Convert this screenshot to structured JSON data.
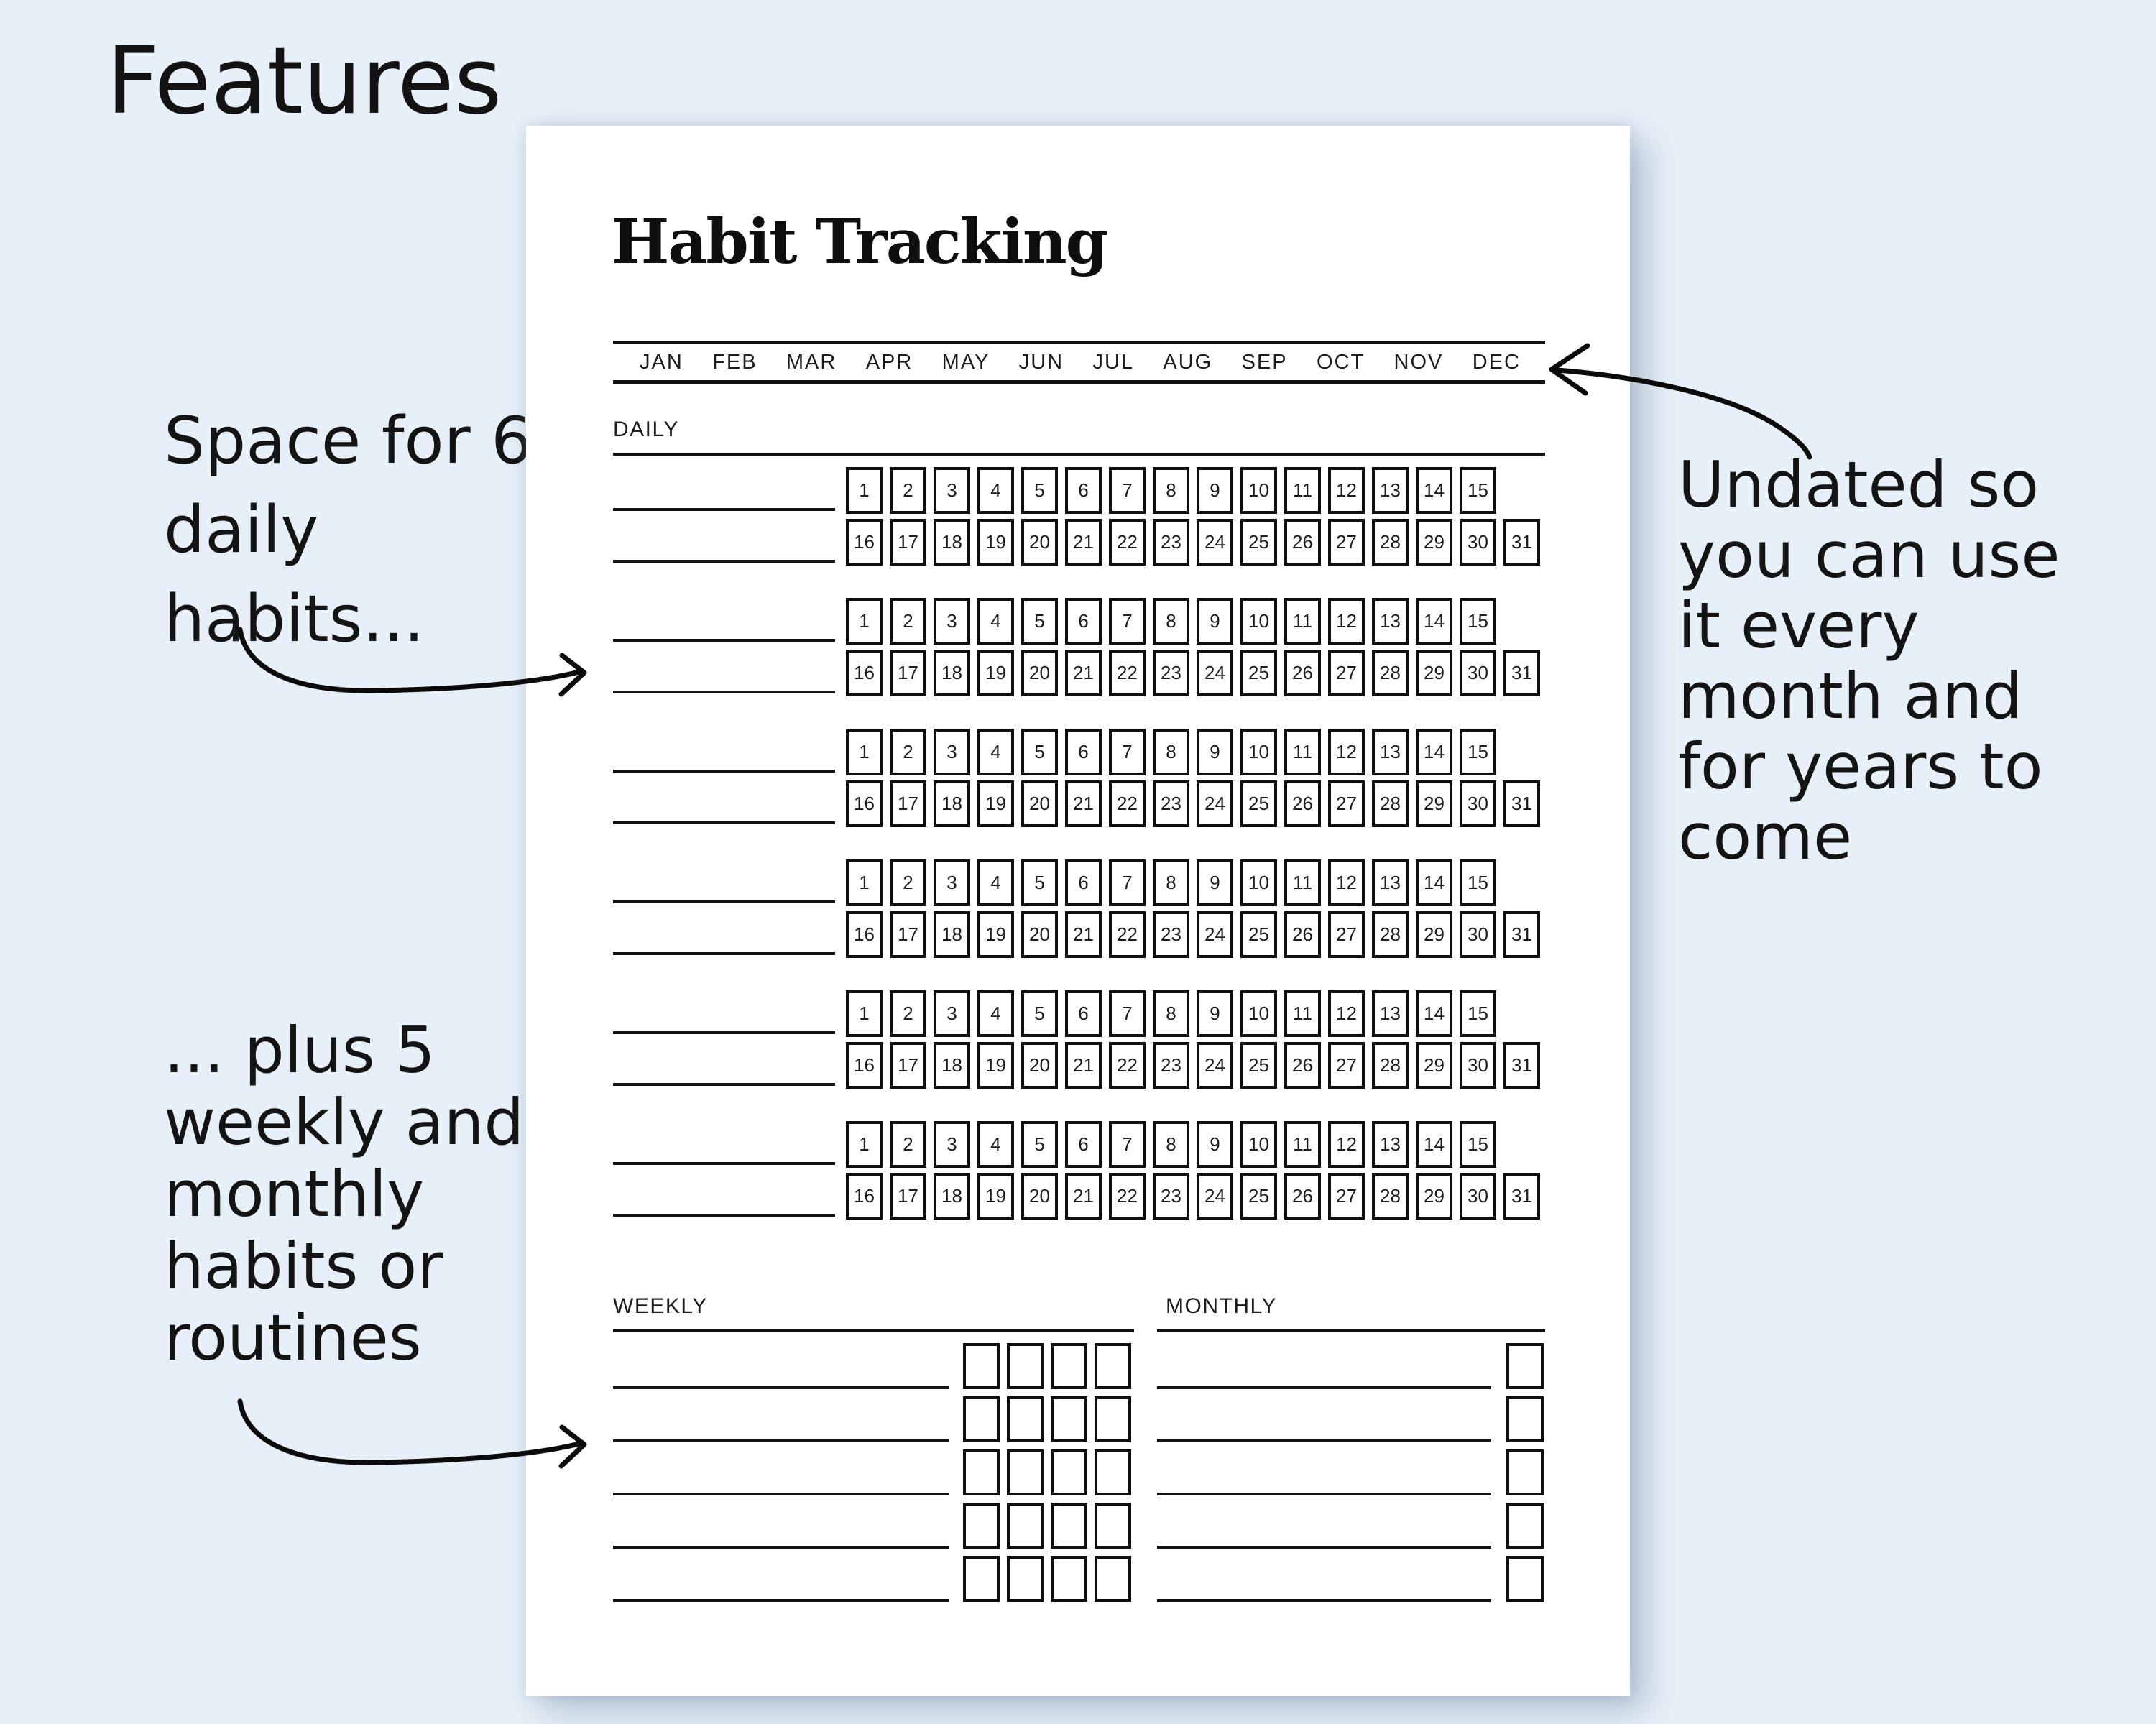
{
  "colors": {
    "background": "#e7f0f8",
    "page": "#ffffff",
    "ink": "#111111"
  },
  "heading": {
    "text": "Features"
  },
  "annotations": {
    "daily_note": "Space for 6\ndaily\nhabits...",
    "weekly_note": "... plus 5\nweekly and\nmonthly\nhabits or\nroutines",
    "undated_note": "Undated so\nyou can use\nit every\nmonth and\nfor years to\ncome"
  },
  "page": {
    "title": "Habit Tracking",
    "months": [
      "JAN",
      "FEB",
      "MAR",
      "APR",
      "MAY",
      "JUN",
      "JUL",
      "AUG",
      "SEP",
      "OCT",
      "NOV",
      "DEC"
    ],
    "daily": {
      "label": "DAILY",
      "habit_count": 6,
      "days_row1": [
        1,
        2,
        3,
        4,
        5,
        6,
        7,
        8,
        9,
        10,
        11,
        12,
        13,
        14,
        15
      ],
      "days_row2": [
        16,
        17,
        18,
        19,
        20,
        21,
        22,
        23,
        24,
        25,
        26,
        27,
        28,
        29,
        30,
        31
      ]
    },
    "weekly": {
      "label": "WEEKLY",
      "row_count": 5,
      "checkboxes_per_row": 4
    },
    "monthly": {
      "label": "MONTHLY",
      "row_count": 5,
      "checkboxes_per_row": 1
    }
  }
}
